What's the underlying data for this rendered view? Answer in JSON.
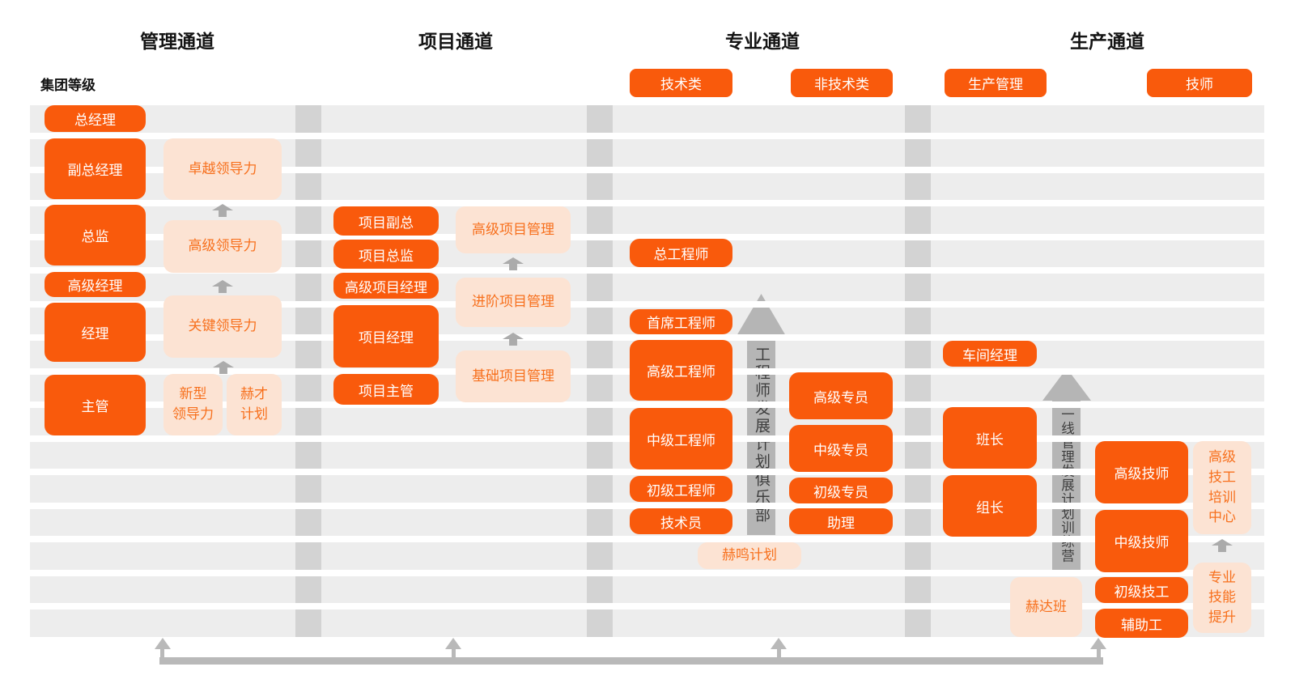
{
  "colors": {
    "orange": "#f95a0c",
    "peach": "#fce3d3",
    "peach_text": "#f7701d",
    "stripe": "#ededed",
    "separator": "#d3d3d3",
    "arrow_gray": "#b5b5b5",
    "arrow_small": "#ababab",
    "arrow_text": "#3d3d3d",
    "connector": "#b9b9b9"
  },
  "header": {
    "group_level_label": "集团等级",
    "channels": [
      "管理通道",
      "项目通道",
      "专业通道",
      "生产通道"
    ]
  },
  "subheaders": {
    "technical": "技术类",
    "non_technical": "非技术类",
    "production_mgmt": "生产管理",
    "technician": "技师"
  },
  "management": {
    "positions": [
      "总经理",
      "副总经理",
      "总监",
      "高级经理",
      "经理",
      "主管"
    ],
    "programs": [
      "卓越领导力",
      "高级领导力",
      "关键领导力",
      "新型\n领导力",
      "赫才\n计划"
    ]
  },
  "project": {
    "positions": [
      "项目副总",
      "项目总监",
      "高级项目经理",
      "项目经理",
      "项目主管"
    ],
    "programs": [
      "高级项目管理",
      "进阶项目管理",
      "基础项目管理"
    ]
  },
  "professional": {
    "technical_positions": [
      "总工程师",
      "首席工程师",
      "高级工程师",
      "中级工程师",
      "初级工程师",
      "技术员"
    ],
    "non_technical_positions": [
      "高级专员",
      "中级专员",
      "初级专员",
      "助理"
    ],
    "club_arrow_label": "工程师发展计划俱乐部",
    "program": "赫鸣计划"
  },
  "production": {
    "mgmt_positions": [
      "车间经理",
      "班长",
      "组长"
    ],
    "technician_positions": [
      "高级技师",
      "中级技师",
      "初级技工",
      "辅助工"
    ],
    "camp_arrow_label": "一线管理发展计划训练营",
    "programs": [
      "高级\n技工\n培训\n中心",
      "专业\n技能\n提升",
      "赫达班"
    ]
  }
}
